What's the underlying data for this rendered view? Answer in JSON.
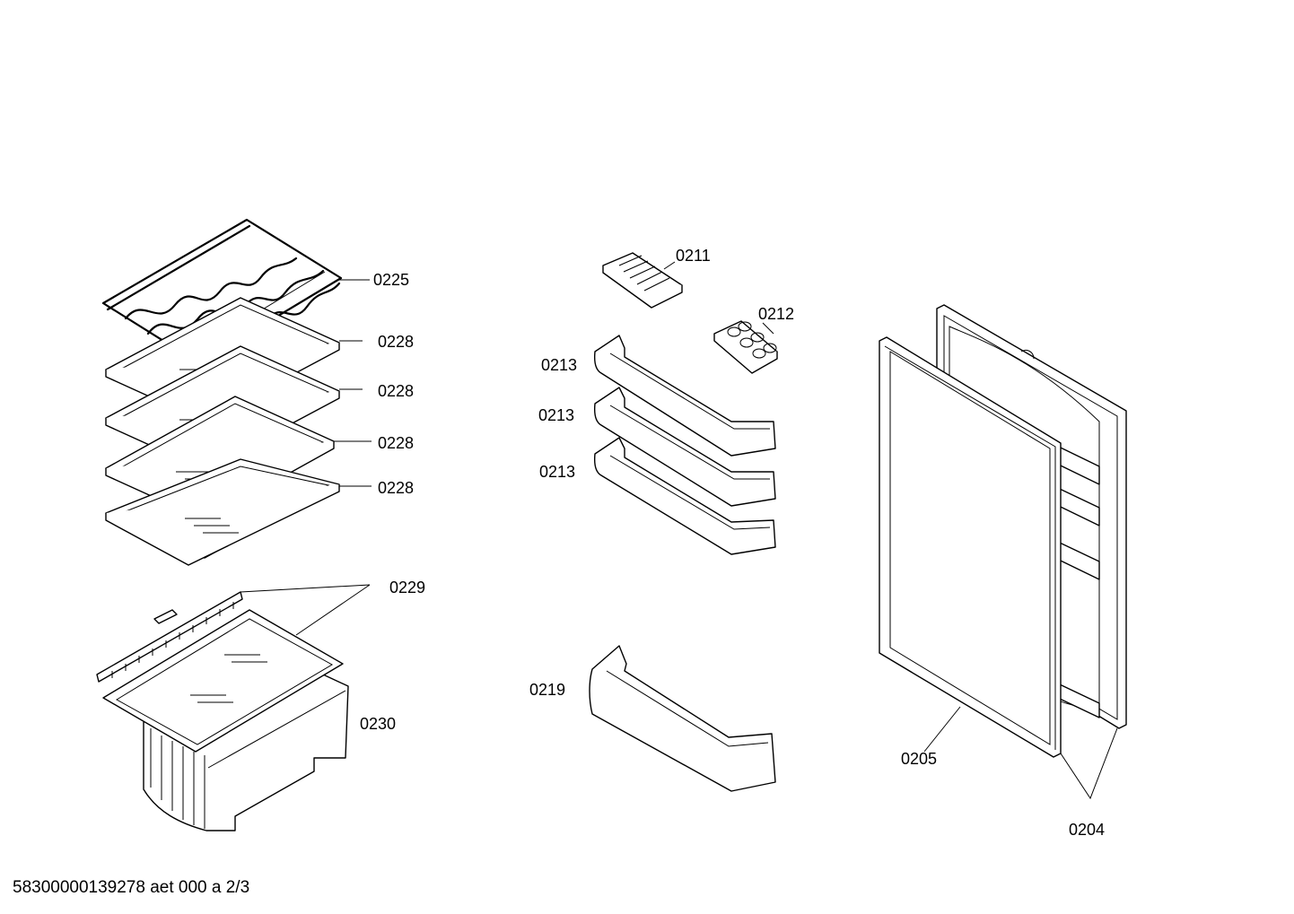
{
  "labels": {
    "p0225": "0225",
    "p0228_a": "0228",
    "p0228_b": "0228",
    "p0228_c": "0228",
    "p0228_d": "0228",
    "p0229": "0229",
    "p0230": "0230",
    "p0211": "0211",
    "p0212": "0212",
    "p0213_a": "0213",
    "p0213_b": "0213",
    "p0213_c": "0213",
    "p0219": "0219",
    "p0205": "0205",
    "p0204": "0204"
  },
  "footer": {
    "text": "58300000139278 aet 000 a 2/3"
  }
}
